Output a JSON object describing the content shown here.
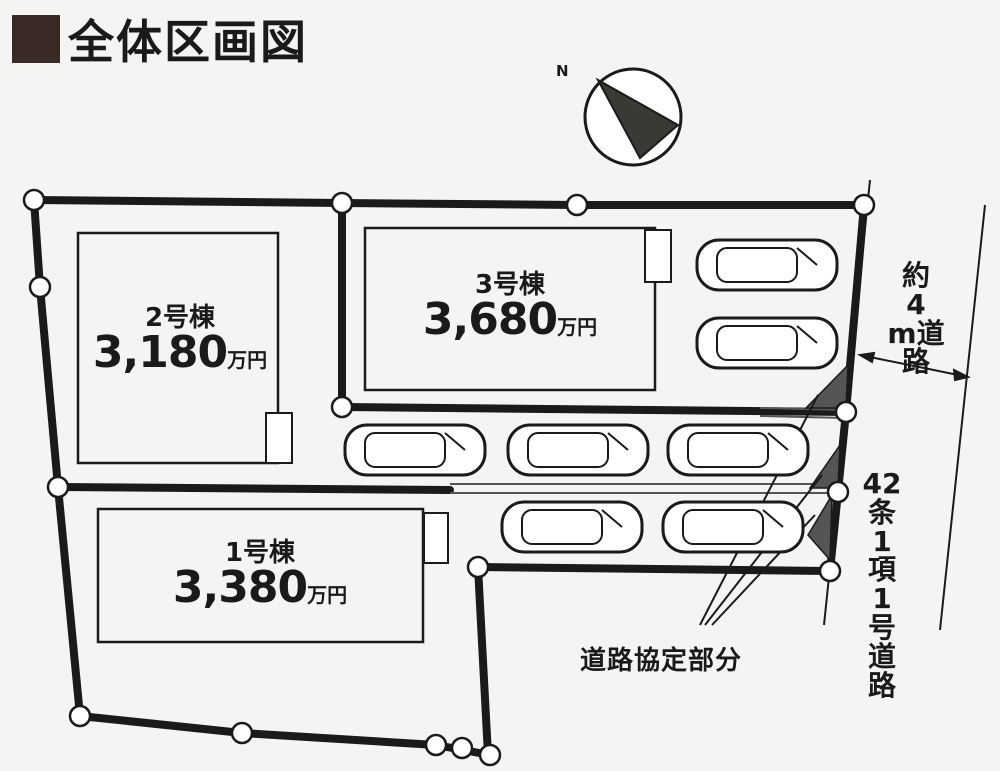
{
  "title": "全体区画図",
  "north_label": "N",
  "houses": [
    {
      "name": "2号棟",
      "price": "3,180",
      "unit": "万円"
    },
    {
      "name": "3号棟",
      "price": "3,680",
      "unit": "万円"
    },
    {
      "name": "1号棟",
      "price": "3,380",
      "unit": "万円"
    }
  ],
  "road_right": {
    "line1": "約",
    "line2": "4",
    "line3": "m道",
    "line4": "路",
    "line5": "42",
    "line6": "条",
    "line7": "1",
    "line8": "項",
    "line9": "1",
    "line10": "号",
    "line11": "道",
    "line12": "路"
  },
  "agreement_label": "道路協定部分"
}
